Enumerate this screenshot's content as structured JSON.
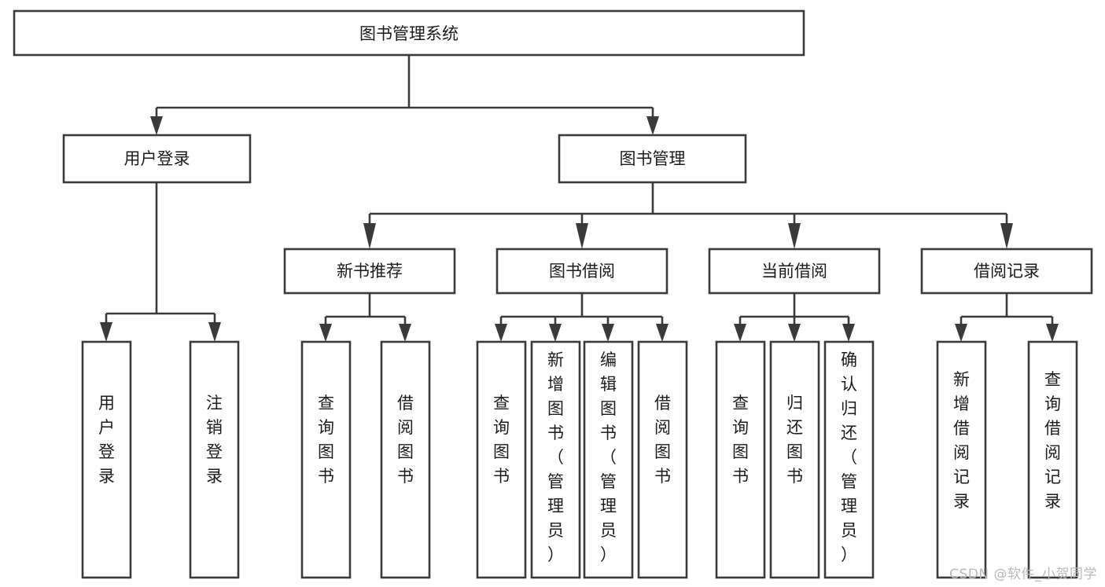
{
  "diagram": {
    "title": "图书管理系统",
    "type": "tree-hierarchy-chart",
    "root": {
      "label": "图书管理系统",
      "orientation": "horizontal"
    },
    "level2": [
      {
        "label": "用户登录",
        "orientation": "horizontal"
      },
      {
        "label": "图书管理",
        "orientation": "horizontal"
      }
    ],
    "level3": [
      {
        "label": "新书推荐",
        "orientation": "horizontal"
      },
      {
        "label": "图书借阅",
        "orientation": "horizontal"
      },
      {
        "label": "当前借阅",
        "orientation": "horizontal"
      },
      {
        "label": "借阅记录",
        "orientation": "horizontal"
      }
    ],
    "leaves_user_login": [
      {
        "label": "用户登录",
        "orientation": "vertical"
      },
      {
        "label": "注销登录",
        "orientation": "vertical"
      }
    ],
    "leaves_new_book": [
      {
        "label": "查询图书",
        "orientation": "vertical"
      },
      {
        "label": "借阅图书",
        "orientation": "vertical"
      }
    ],
    "leaves_borrow": [
      {
        "label": "查询图书",
        "orientation": "vertical"
      },
      {
        "label": "新增图书（管理员）",
        "orientation": "vertical"
      },
      {
        "label": "编辑图书（管理员）",
        "orientation": "vertical"
      },
      {
        "label": "借阅图书",
        "orientation": "vertical"
      }
    ],
    "leaves_current": [
      {
        "label": "查询图书",
        "orientation": "vertical"
      },
      {
        "label": "归还图书",
        "orientation": "vertical"
      },
      {
        "label": "确认归还（管理员）",
        "orientation": "vertical"
      }
    ],
    "leaves_records": [
      {
        "label": "新增借阅记录",
        "orientation": "vertical"
      },
      {
        "label": "查询借阅记录",
        "orientation": "vertical"
      }
    ]
  },
  "watermark": {
    "text": "CSDN @软件_小贺同学"
  },
  "colors": {
    "box_stroke": "#3a3a3a",
    "box_fill": "#ffffff",
    "text": "#1b1b1b",
    "background": "#ffffff",
    "watermark": "#b9b9b9"
  }
}
